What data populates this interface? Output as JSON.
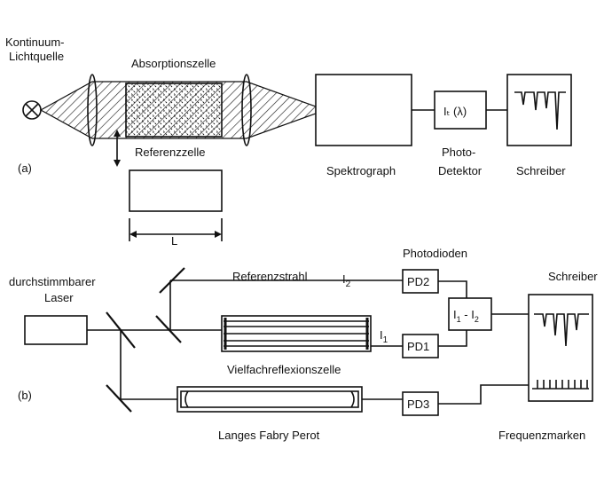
{
  "part_a": {
    "tag": "(a)",
    "source_label_line1": "Kontinuum-",
    "source_label_line2": "Lichtquelle",
    "absorption_cell_label": "Absorptionszelle",
    "reference_cell_label": "Referenzzelle",
    "length_label": "L",
    "spectrograph_label": "Spektrograph",
    "detector_box_text": "Iₜ (λ)",
    "detector_label_line1": "Photo-",
    "detector_label_line2": "Detektor",
    "recorder_label": "Schreiber"
  },
  "part_b": {
    "tag": "(b)",
    "laser_label_line1": "durchstimmbarer",
    "laser_label_line2": "Laser",
    "reference_beam_label": "Referenzstrahl",
    "i2_label": "I",
    "i2_sub": "2",
    "i1_label": "I",
    "i1_sub": "1",
    "photodiodes_label": "Photodioden",
    "pd1": "PD1",
    "pd2": "PD2",
    "pd3": "PD3",
    "diff_box_a": "I",
    "diff_box_a_sub": "1",
    "diff_box_minus": " - I",
    "diff_box_b_sub": "2",
    "multipass_cell_label": "Vielfachreflexionszelle",
    "fabry_perot_label": "Langes Fabry Perot",
    "recorder_label": "Schreiber",
    "frequency_marks_label": "Frequenzmarken"
  }
}
